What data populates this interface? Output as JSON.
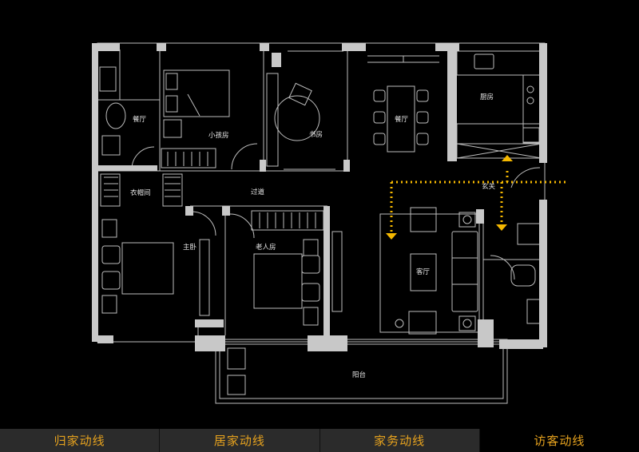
{
  "rooms": {
    "dining_small": "餐厅",
    "kids_room": "小孩房",
    "study": "书房",
    "dining": "餐厅",
    "kitchen": "厨房",
    "closet": "衣帽间",
    "corridor": "过道",
    "entry": "玄关",
    "master": "主卧",
    "elder_room": "老人房",
    "living": "客厅",
    "balcony": "阳台"
  },
  "tabs": [
    {
      "label": "归家动线",
      "active": false
    },
    {
      "label": "居家动线",
      "active": false
    },
    {
      "label": "家务动线",
      "active": false
    },
    {
      "label": "访客动线",
      "active": true
    }
  ],
  "colors": {
    "background": "#000000",
    "wall": "#c8c8c8",
    "line": "#bdbdbd",
    "path": "#f5b800",
    "tab_text": "#e6a21e",
    "tab_bg": "#2b2b2b"
  }
}
